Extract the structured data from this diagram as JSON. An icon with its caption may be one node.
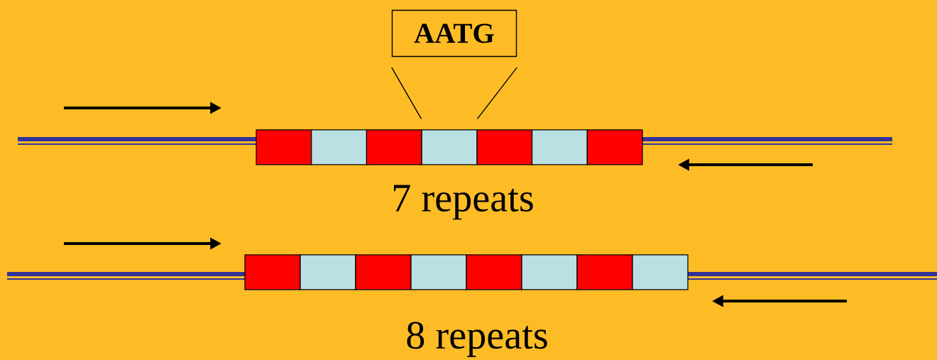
{
  "diagram": {
    "nodes": [
      {
        "text": [
          "AATG"
        ]
      },
      {
        "text": [],
        "shape": "box"
      }
    ],
    "edges": [
      {
        "from": 0,
        "to": 1,
        "arrow": "none"
      },
      {
        "from": 0,
        "to": 1,
        "arrow": "none"
      }
    ],
    "labels": [
      "7 repeats",
      "8 repeats"
    ]
  }
}
